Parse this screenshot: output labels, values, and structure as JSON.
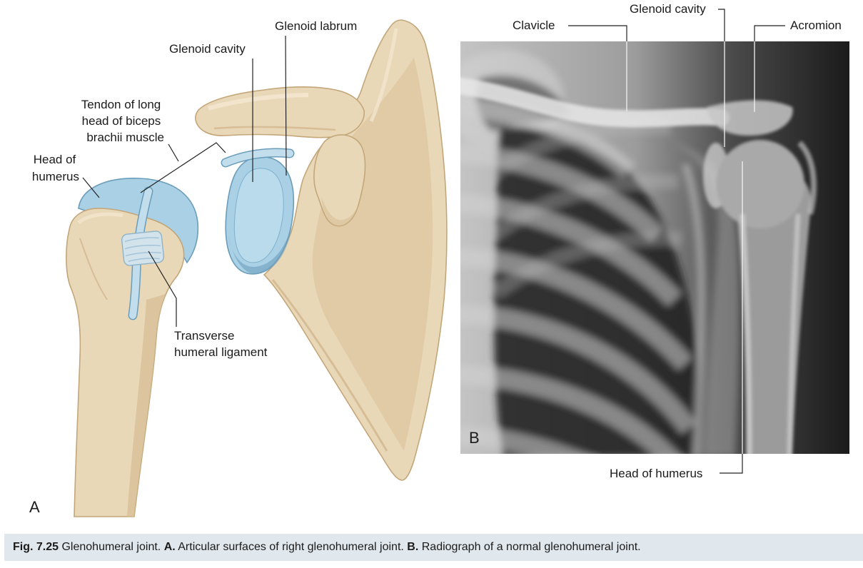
{
  "figure": {
    "panel_a": {
      "letter": "A",
      "labels": {
        "glenoid_labrum": "Glenoid labrum",
        "glenoid_cavity": "Glenoid cavity",
        "tendon_biceps": [
          "Tendon of long",
          "head of biceps",
          "brachii muscle"
        ],
        "head_of_humerus": [
          "Head of",
          "humerus"
        ],
        "transverse_humeral_ligament": [
          "Transverse",
          "humeral ligament"
        ]
      }
    },
    "panel_b": {
      "letter": "B",
      "labels": {
        "clavicle": "Clavicle",
        "glenoid_cavity": "Glenoid cavity",
        "acromion": "Acromion",
        "head_of_humerus": "Head of humerus"
      }
    }
  },
  "caption": {
    "figure_number": "Fig. 7.25",
    "title": "Glenohumeral joint.",
    "part_a_label": "A.",
    "part_a_text": "Articular surfaces of right glenohumeral joint.",
    "part_b_label": "B.",
    "part_b_text": "Radiograph of a normal glenohumeral joint."
  },
  "colors": {
    "bone": "#e9d8b8",
    "bone_outline": "#c3a679",
    "cartilage": "#a9d0e4",
    "cartilage_outline": "#6b9dbb",
    "caption_background": "#e0e8ee",
    "leader_line": "#222222"
  }
}
